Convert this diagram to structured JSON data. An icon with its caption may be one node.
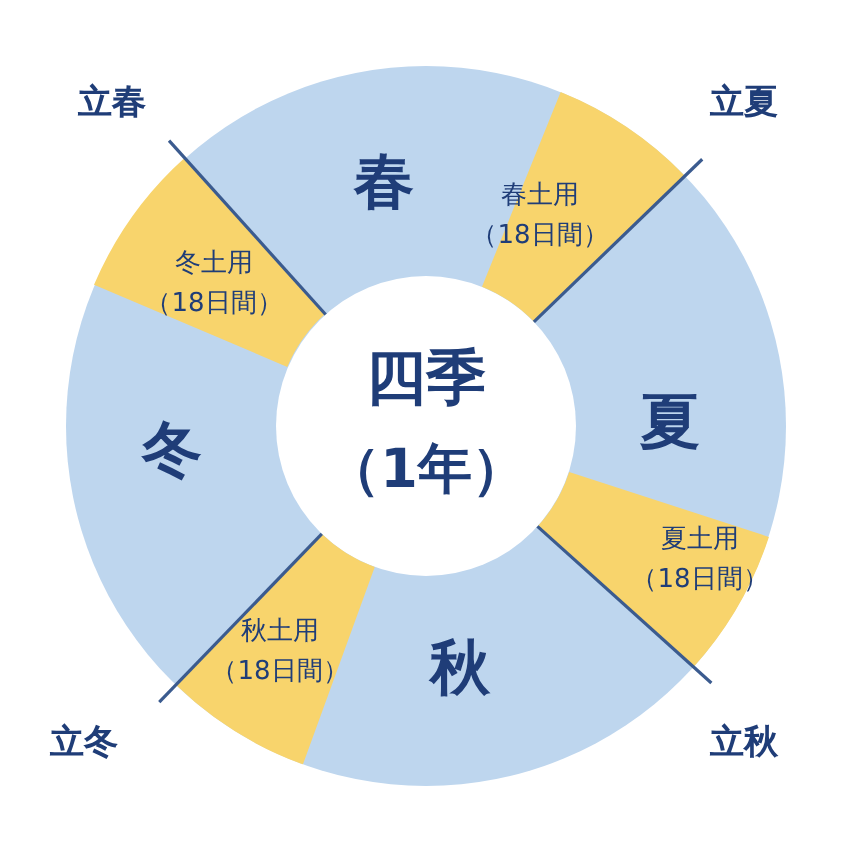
{
  "diagram": {
    "nodes": [
      {
        "text": [
          "四季",
          "（1年）"
        ]
      },
      {
        "text": [
          "冬土用",
          "（18日間）"
        ]
      },
      {
        "text": [
          "春土用",
          "（18日間）"
        ]
      },
      {
        "text": [
          "夏土用",
          "（18日間）"
        ]
      },
      {
        "text": [
          "秋土用",
          "（18日間）"
        ]
      }
    ],
    "edges": [],
    "labels": [
      "立春",
      "立夏",
      "春",
      "夏",
      "冬",
      "秋",
      "立冬",
      "立秋"
    ]
  }
}
